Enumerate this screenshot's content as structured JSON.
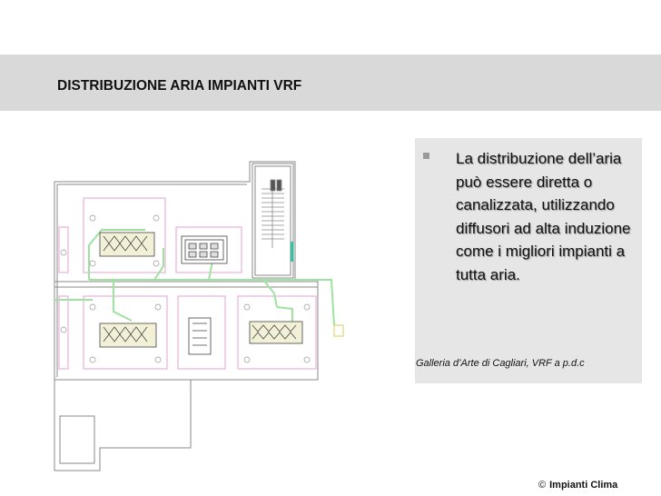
{
  "slide": {
    "title": "DISTRIBUZIONE ARIA IMPIANTI VRF",
    "bullet": "La distribuzione dell’aria può essere diretta o canalizzata, utilizzando diffusori ad alta induzione come i migliori impianti a tutta aria.",
    "caption": "Galleria d’Arte di Cagliari, VRF a p.d.c",
    "footer": {
      "symbol": "©",
      "text": "Impianti Clima"
    }
  },
  "colors": {
    "title_band": "#d9d9d9",
    "bullet_box": "#e6e6e6",
    "duct_green": "#9fe29f",
    "room_pink": "#e6a0d6",
    "wall_gray": "#8a8a8a"
  }
}
